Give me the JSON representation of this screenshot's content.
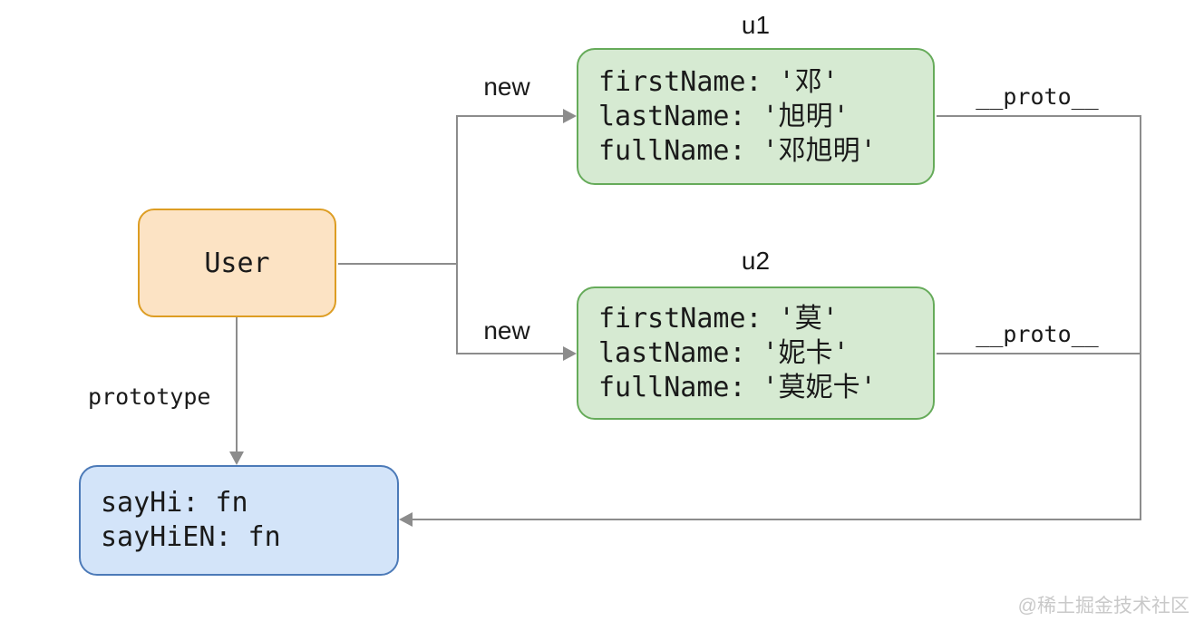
{
  "diagram": {
    "user_box": {
      "label": "User"
    },
    "u1": {
      "title": "u1",
      "lines": [
        "firstName: '邓'",
        "lastName: '旭明'",
        "fullName: '邓旭明'"
      ]
    },
    "u2": {
      "title": "u2",
      "lines": [
        "firstName: '莫'",
        "lastName: '妮卡'",
        "fullName: '莫妮卡'"
      ]
    },
    "prototype_box": {
      "lines": [
        "sayHi: fn",
        "sayHiEN: fn"
      ]
    },
    "labels": {
      "new_u1": "new",
      "new_u2": "new",
      "proto_u1": "__proto__",
      "proto_u2": "__proto__",
      "prototype": "prototype"
    },
    "colors": {
      "user_fill": "#fce3c4",
      "user_border": "#dd9d23",
      "object_fill": "#d6ead2",
      "object_border": "#66ab5a",
      "prototype_fill": "#d3e4f9",
      "prototype_border": "#4c7ab8",
      "connector": "#8c8c8c",
      "watermark": "#c9c9c9"
    },
    "watermark": "@稀土掘金技术社区"
  }
}
